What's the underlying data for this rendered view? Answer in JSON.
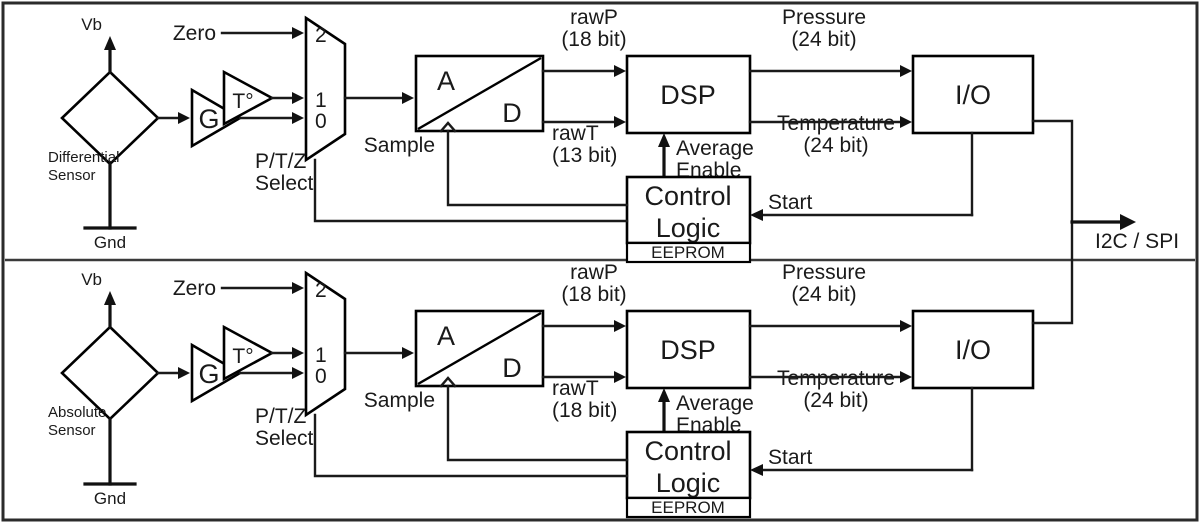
{
  "figure": {
    "type": "block-diagram",
    "title": "Dual sensor signal chain block diagram",
    "border_color": "#2b2b2b",
    "line_color": "#1a1a1a",
    "background": "#ffffff",
    "output_label": "I2C / SPI"
  },
  "channels": [
    {
      "id": "differential",
      "sensor": {
        "name": "Differential\nSensor",
        "name_line1": "Differential",
        "name_line2": "Sensor",
        "supply_label": "Vb",
        "ground_label": "Gnd"
      },
      "amplifier": {
        "label": "G"
      },
      "temp_sensor": {
        "label": "T°"
      },
      "mux": {
        "inputs": [
          "2",
          "1",
          "0"
        ],
        "zero_label": "Zero",
        "select_line1": "P/T/Z",
        "select_line2": "Select"
      },
      "adc": {
        "label_a": "A",
        "label_d": "D",
        "sample_label": "Sample",
        "out_p_name": "rawP",
        "out_p_bits": "(18 bit)",
        "out_t_name": "rawT",
        "out_t_bits": "(13 bit)"
      },
      "dsp": {
        "label": "DSP",
        "average_enable_line1": "Average",
        "average_enable_line2": "Enable",
        "pressure_name": "Pressure",
        "pressure_bits": "(24 bit)",
        "temperature_name": "Temperature",
        "temperature_bits": "(24 bit)"
      },
      "io": {
        "label": "I/O"
      },
      "control": {
        "line1": "Control",
        "line2": "Logic",
        "memory": "EEPROM",
        "start_label": "Start"
      }
    },
    {
      "id": "absolute",
      "sensor": {
        "name": "Absolute\nSensor",
        "name_line1": "Absolute",
        "name_line2": "Sensor",
        "supply_label": "Vb",
        "ground_label": "Gnd"
      },
      "amplifier": {
        "label": "G"
      },
      "temp_sensor": {
        "label": "T°"
      },
      "mux": {
        "inputs": [
          "2",
          "1",
          "0"
        ],
        "zero_label": "Zero",
        "select_line1": "P/T/Z",
        "select_line2": "Select"
      },
      "adc": {
        "label_a": "A",
        "label_d": "D",
        "sample_label": "Sample",
        "out_p_name": "rawP",
        "out_p_bits": "(18 bit)",
        "out_t_name": "rawT",
        "out_t_bits": "(18 bit)"
      },
      "dsp": {
        "label": "DSP",
        "average_enable_line1": "Average",
        "average_enable_line2": "Enable",
        "pressure_name": "Pressure",
        "pressure_bits": "(24 bit)",
        "temperature_name": "Temperature",
        "temperature_bits": "(24 bit)"
      },
      "io": {
        "label": "I/O"
      },
      "control": {
        "line1": "Control",
        "line2": "Logic",
        "memory": "EEPROM",
        "start_label": "Start"
      }
    }
  ]
}
